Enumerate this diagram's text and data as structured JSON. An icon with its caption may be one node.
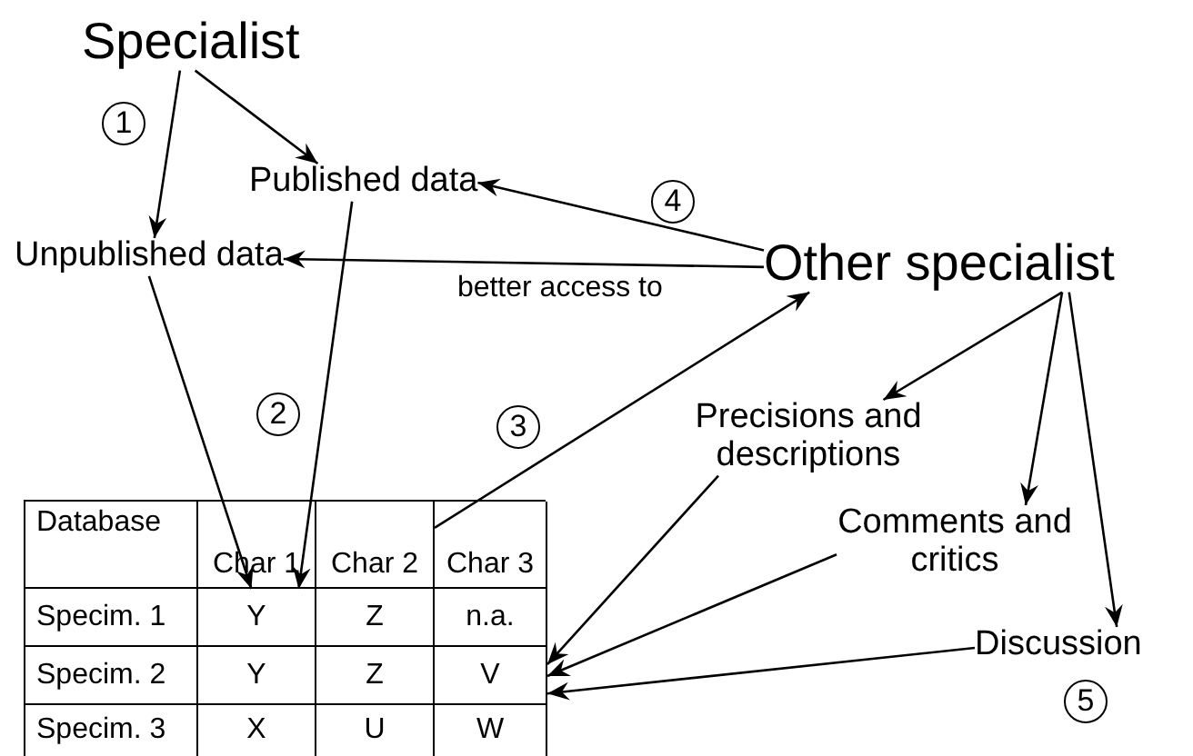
{
  "diagram": {
    "nodes": [
      {
        "text": [
          "Specialist"
        ]
      },
      {
        "text": [
          "Published data"
        ]
      },
      {
        "text": [
          "Unpublished data"
        ]
      },
      {
        "text": [
          "Other specialist"
        ]
      },
      {
        "text": [
          "Precisions and descriptions"
        ]
      },
      {
        "text": [
          "Comments and critics"
        ]
      },
      {
        "text": [
          "Discussion"
        ]
      },
      {
        "text": [],
        "shape": "box"
      },
      {
        "text": [
          "Y"
        ],
        "in": 7
      },
      {
        "text": [
          "Char 2"
        ],
        "in": 7
      },
      {
        "text": [
          "V"
        ],
        "in": 7
      }
    ],
    "edges": [
      {
        "from": 0,
        "to": 2,
        "arrow": "to"
      },
      {
        "from": 0,
        "to": 1,
        "arrow": "to"
      },
      {
        "from": 3,
        "to": 1,
        "arrow": "to"
      },
      {
        "from": 3,
        "to": 2,
        "arrow": "to",
        "label": "better access to"
      },
      {
        "from": 2,
        "to": 8,
        "arrow": "to"
      },
      {
        "from": 1,
        "to": 8,
        "arrow": "to"
      },
      {
        "from": 9,
        "to": 3,
        "arrow": "to"
      },
      {
        "from": 3,
        "to": 4,
        "arrow": "to"
      },
      {
        "from": 3,
        "to": 5,
        "arrow": "to"
      },
      {
        "from": 3,
        "to": 6,
        "arrow": "to"
      },
      {
        "from": 4,
        "to": 10,
        "arrow": "to"
      },
      {
        "from": 5,
        "to": 10,
        "arrow": "to"
      },
      {
        "from": 6,
        "to": 10,
        "arrow": "to"
      }
    ],
    "labels": [
      "1",
      "4",
      "2",
      "3",
      "5",
      "Database",
      "Char 1",
      "Char 3",
      "Specim. 1",
      "Z",
      "n.a.",
      "Specim. 2",
      "Y",
      "Z",
      "Specim. 3",
      "X",
      "U",
      "W"
    ]
  }
}
